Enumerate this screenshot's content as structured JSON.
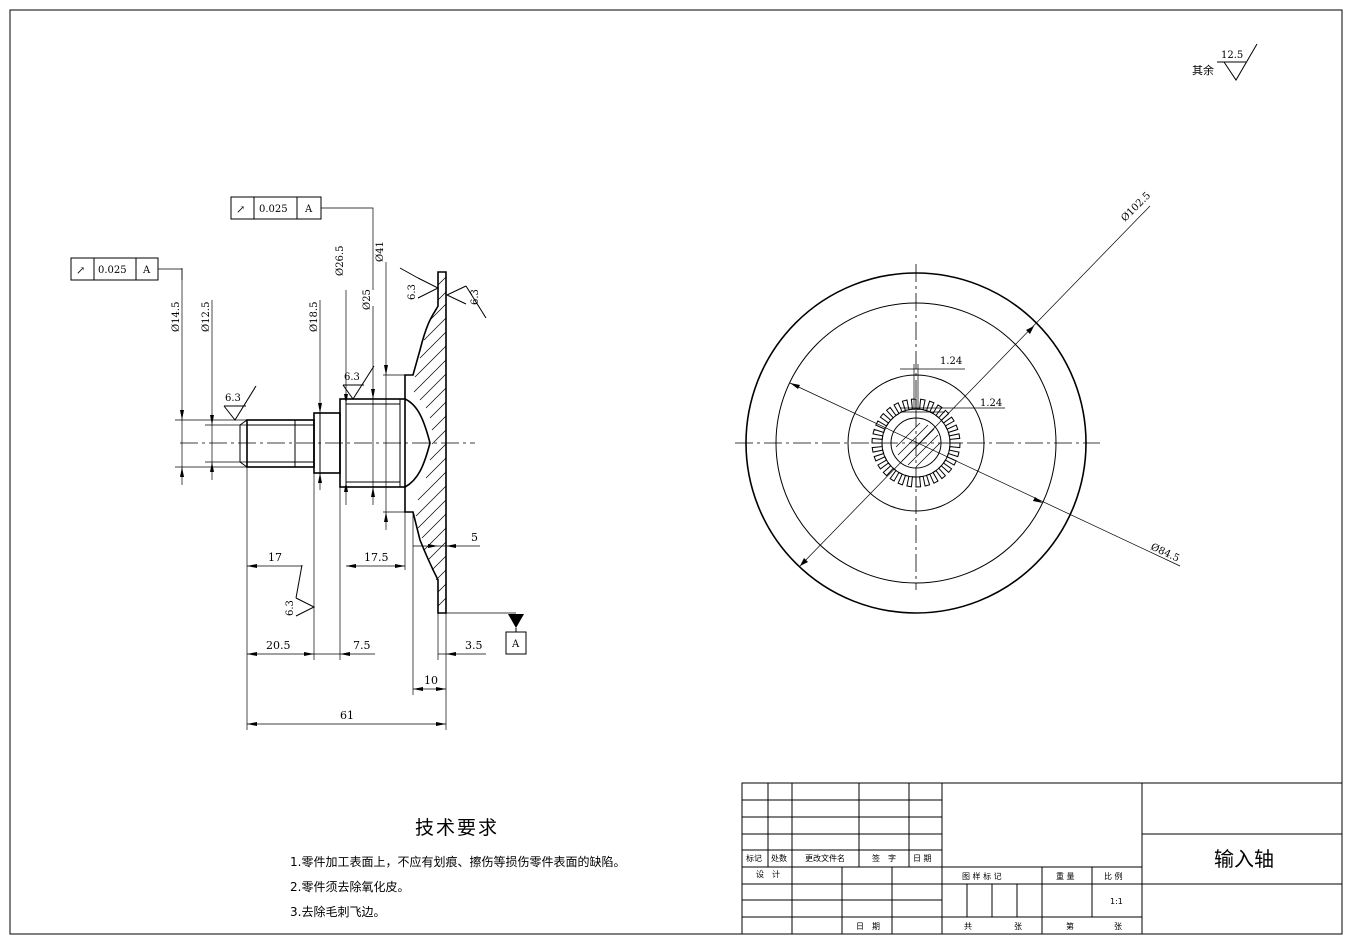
{
  "rough_general": {
    "prefix": "其余",
    "value": "12.5"
  },
  "runout_frames": [
    {
      "symbol": "↗",
      "tolerance": "0.025",
      "datum": "A"
    },
    {
      "symbol": "↗",
      "tolerance": "0.025",
      "datum": "A"
    }
  ],
  "diameters": {
    "d14_5": "Ø14.5",
    "d12_5": "Ø12.5",
    "d18_5": "Ø18.5",
    "d26_5": "Ø26.5",
    "d25": "Ø25",
    "d41": "Ø41",
    "d102_5": "Ø102.5",
    "d84_5": "Ø84.5"
  },
  "roughness_marks": [
    "6.3",
    "6.3",
    "6.3",
    "6.3",
    "6.3"
  ],
  "lengths": {
    "l17": "17",
    "l17_5": "17.5",
    "l5": "5",
    "l20_5": "20.5",
    "l7_5": "7.5",
    "l3_5": "3.5",
    "l10": "10",
    "l61": "61"
  },
  "datum_label": "A",
  "spline": {
    "tooth_w": "1.24",
    "tooth_h": "1.24"
  },
  "requirements": {
    "title": "技术要求",
    "items": [
      "1.零件加工表面上，不应有划痕、擦伤等损伤零件表面的缺陷。",
      "2.零件须去除氧化皮。",
      "3.去除毛刺飞边。"
    ]
  },
  "title_block": {
    "part_name": "输入轴",
    "headers": [
      "标记",
      "处数",
      "更改文件名",
      "签　字",
      "日 期"
    ],
    "design": "设　计",
    "date": "日　期",
    "map_mark": "图 样 标 记",
    "weight": "重 量",
    "scale_label": "比 例",
    "scale_value": "1:1",
    "total": "共",
    "sheet": "张",
    "page": "第",
    "sheet2": "张"
  }
}
